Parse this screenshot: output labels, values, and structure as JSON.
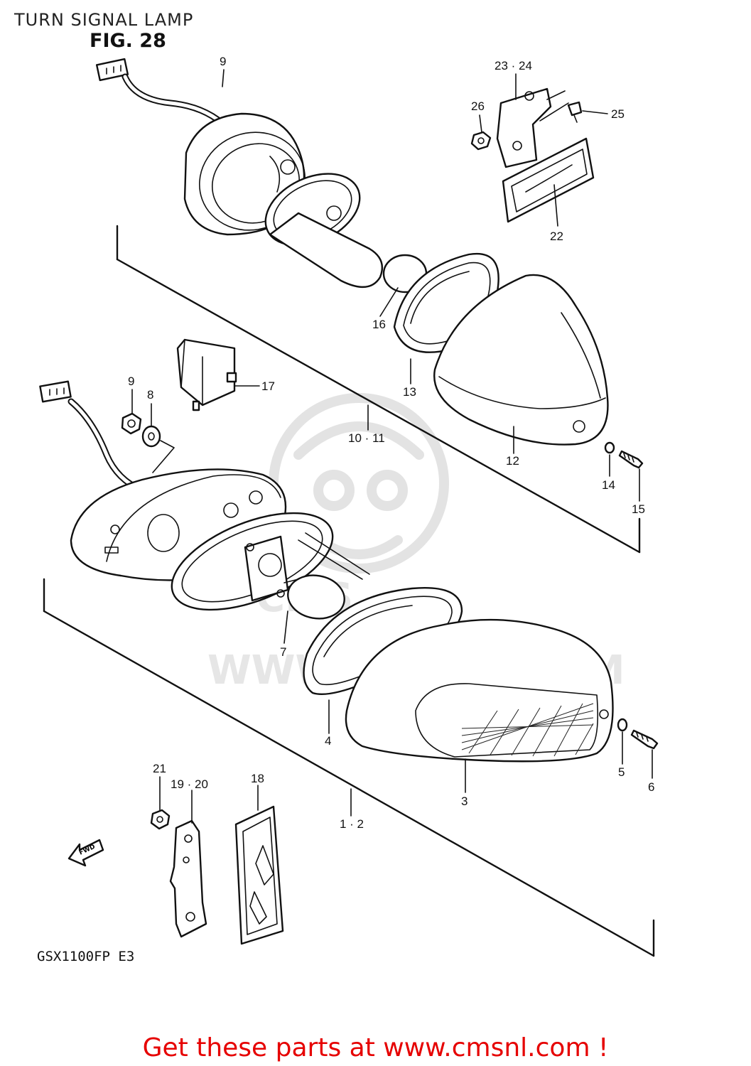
{
  "header": {
    "title": "TURN SIGNAL LAMP",
    "figure": "FIG. 28"
  },
  "model_code": "GSX1100FP E3",
  "watermark": {
    "text": "WWW.CMSNL.COM",
    "logo_text": "CMS"
  },
  "direction_arrow": "FWD",
  "callouts": {
    "c9a": "9",
    "c23_24": "23 · 24",
    "c26": "26",
    "c25": "25",
    "c22": "22",
    "c16": "16",
    "c17": "17",
    "c9b": "9",
    "c8": "8",
    "c13": "13",
    "c10_11": "10 · 11",
    "c12": "12",
    "c14": "14",
    "c15": "15",
    "c7": "7",
    "c4": "4",
    "c3": "3",
    "c5": "5",
    "c6": "6",
    "c21": "21",
    "c19_20": "19 · 20",
    "c18": "18",
    "c1_2": "1 · 2"
  },
  "footer": {
    "link_text": "Get these parts at www.cmsnl.com !"
  },
  "colors": {
    "footer_link": "#e60000",
    "line_art": "#111111",
    "watermark": "#e3e3e3"
  }
}
